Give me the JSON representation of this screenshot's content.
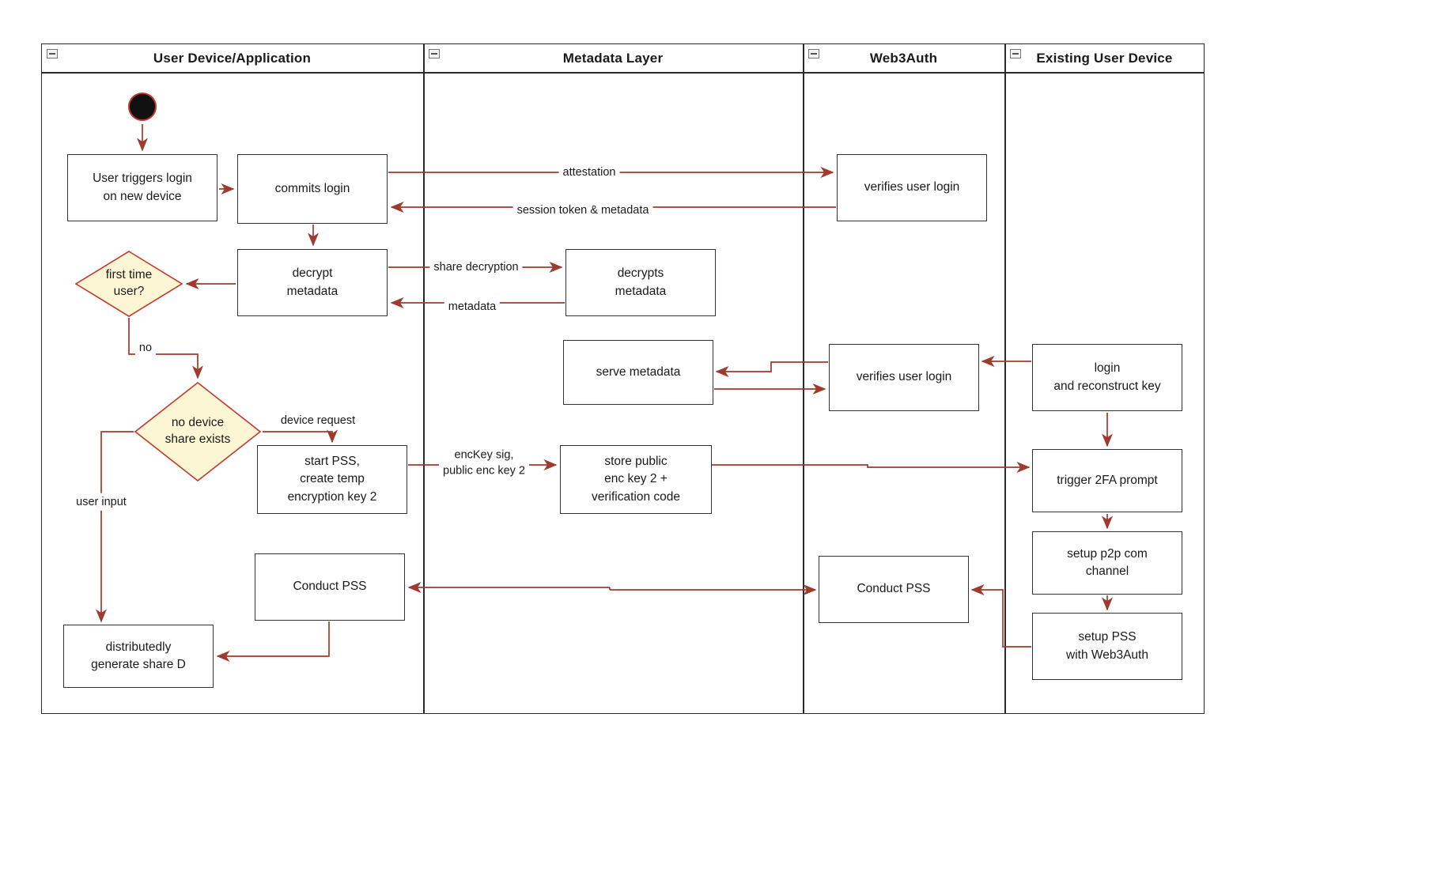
{
  "lanes": [
    {
      "title": "User Device/Application"
    },
    {
      "title": "Metadata Layer"
    },
    {
      "title": "Web3Auth"
    },
    {
      "title": "Existing User Device"
    }
  ],
  "nodes": {
    "user_triggers": "User triggers login\non new device",
    "commits_login": "commits login",
    "decrypt_metadata": "decrypt\nmetadata",
    "first_time_user": "first time\nuser?",
    "no_device_share": "no device\nshare exists",
    "start_pss": "start PSS,\ncreate temp\nencryption key 2",
    "conduct_pss_left": "Conduct PSS",
    "generate_share_d": "distributedly\ngenerate share D",
    "decrypts_metadata": "decrypts\nmetadata",
    "serve_metadata": "serve metadata",
    "store_public": "store public\nenc key 2 +\nverification code",
    "verifies_user_login_1": "verifies user login",
    "verifies_user_login_2": "verifies user login",
    "conduct_pss_w3a": "Conduct PSS",
    "login_reconstruct": "login\nand reconstruct key",
    "trigger_2fa": "trigger 2FA prompt",
    "setup_p2p": "setup p2p com\nchannel",
    "setup_pss": "setup PSS\nwith Web3Auth"
  },
  "edge_labels": {
    "attestation": "attestation",
    "session_token": "session token & metadata",
    "share_decryption": "share decryption",
    "metadata": "metadata",
    "no": "no",
    "device_request": "device request",
    "enckey": "encKey sig,\npublic enc key 2",
    "user_input": "user input"
  },
  "colors": {
    "arrow": "#9e3a2e",
    "diamond_fill": "#fdf6d5",
    "diamond_border": "#c1392b",
    "node_border": "#333333",
    "start_node": "#111111"
  }
}
